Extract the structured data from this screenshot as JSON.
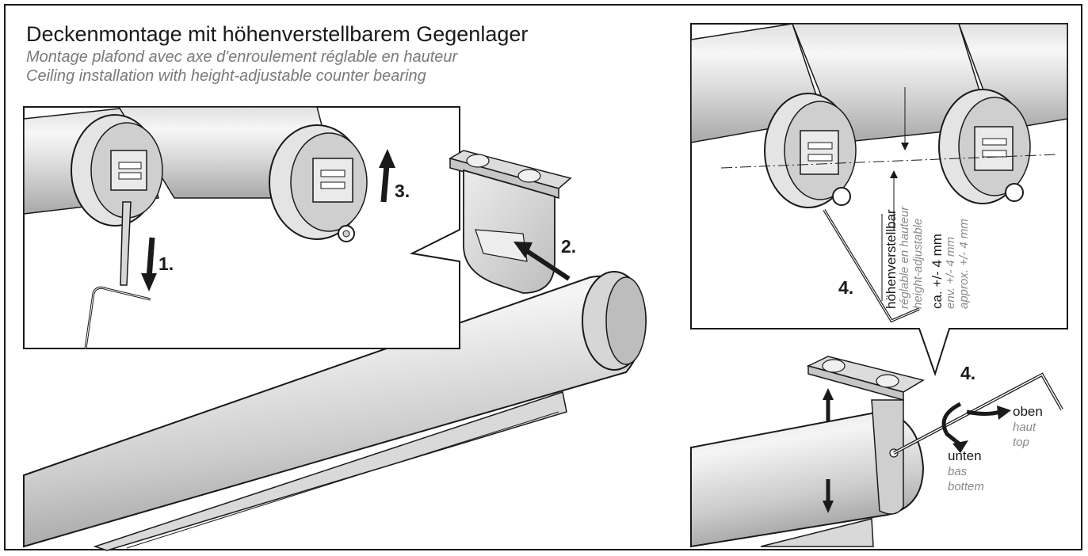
{
  "title": {
    "de": "Deckenmontage mit höhenverstellbarem Gegenlager",
    "fr": "Montage plafond avec axe d'enroulement réglable en hauteur",
    "en": "Ceiling installation with height-adjustable counter bearing"
  },
  "steps": {
    "step1": "1.",
    "step2": "2.",
    "step3": "3.",
    "step4_detail": "4.",
    "step4_main": "4."
  },
  "adjust_label": {
    "de": "höhenverstellbar",
    "fr": "réglable en hauteur",
    "en": "height-adjustable"
  },
  "range_label": {
    "de": "ca. +/- 4 mm",
    "fr": "env. +/- 4 mm",
    "en": "approx. +/- 4 mm"
  },
  "direction_up": {
    "de": "oben",
    "fr": "haut",
    "en": "top"
  },
  "direction_down": {
    "de": "unten",
    "fr": "bas",
    "en": "bottem"
  },
  "colors": {
    "tube_light": "#f2f2f2",
    "tube_mid": "#cfcfcf",
    "tube_dark": "#9a9a9a",
    "outline": "#1a1a1a",
    "arrow": "#1a1a1a"
  }
}
